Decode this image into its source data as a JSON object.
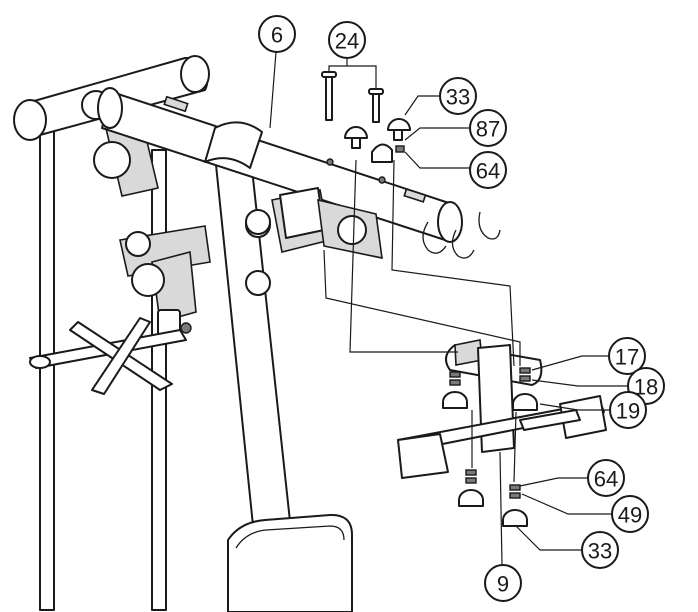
{
  "callouts": {
    "c6": "6",
    "c24": "24",
    "c33_top": "33",
    "c87": "87",
    "c64_top": "64",
    "c17": "17",
    "c18": "18",
    "c19": "19",
    "c64_bottom": "64",
    "c49": "49",
    "c33_bottom": "33",
    "c9": "9"
  },
  "colors": {
    "line": "#1a1a1a",
    "fill": "#ffffff",
    "shade": "#d9d9d9"
  }
}
